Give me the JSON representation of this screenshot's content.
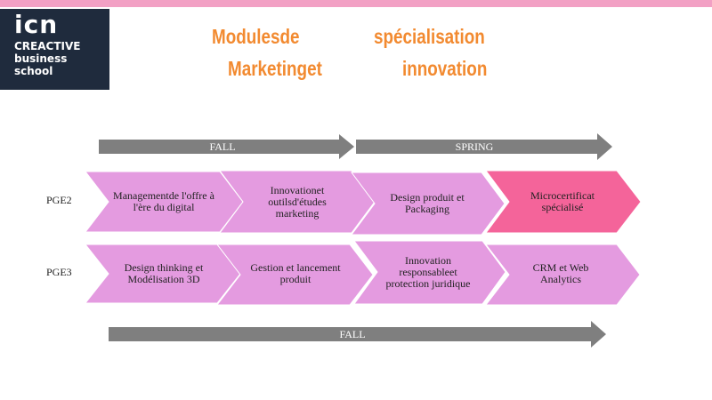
{
  "logo": {
    "icn": "icn",
    "line1": "CREACTIVE",
    "line2": "business",
    "line3": "school"
  },
  "title": {
    "w1": "Modulesde",
    "w2": "spécialisation",
    "w3": "Marketinget",
    "w4": "innovation"
  },
  "timeline": {
    "top_fall": "FALL",
    "top_spring": "SPRING",
    "bottom_fall": "FALL"
  },
  "rows": [
    {
      "label": "PGE2",
      "modules": [
        "Managementde l'offre à l'ère du digital",
        "Innovationet outilsd'études marketing",
        "Design produit et Packaging",
        "Microcertificat spécialisé"
      ]
    },
    {
      "label": "PGE3",
      "modules": [
        "Design thinking et Modélisation 3D",
        "Gestion et lancement produit",
        "Innovation responsableet protection juridique",
        "CRM et Web Analytics"
      ]
    }
  ],
  "colors": {
    "chevron": "#e49be0",
    "chevron_highlight": "#f4649a",
    "arrow": "#7f7f7f",
    "title": "#f28a30",
    "top_bar": "#f2a0c4",
    "logo_bg": "#1f2b3d"
  }
}
